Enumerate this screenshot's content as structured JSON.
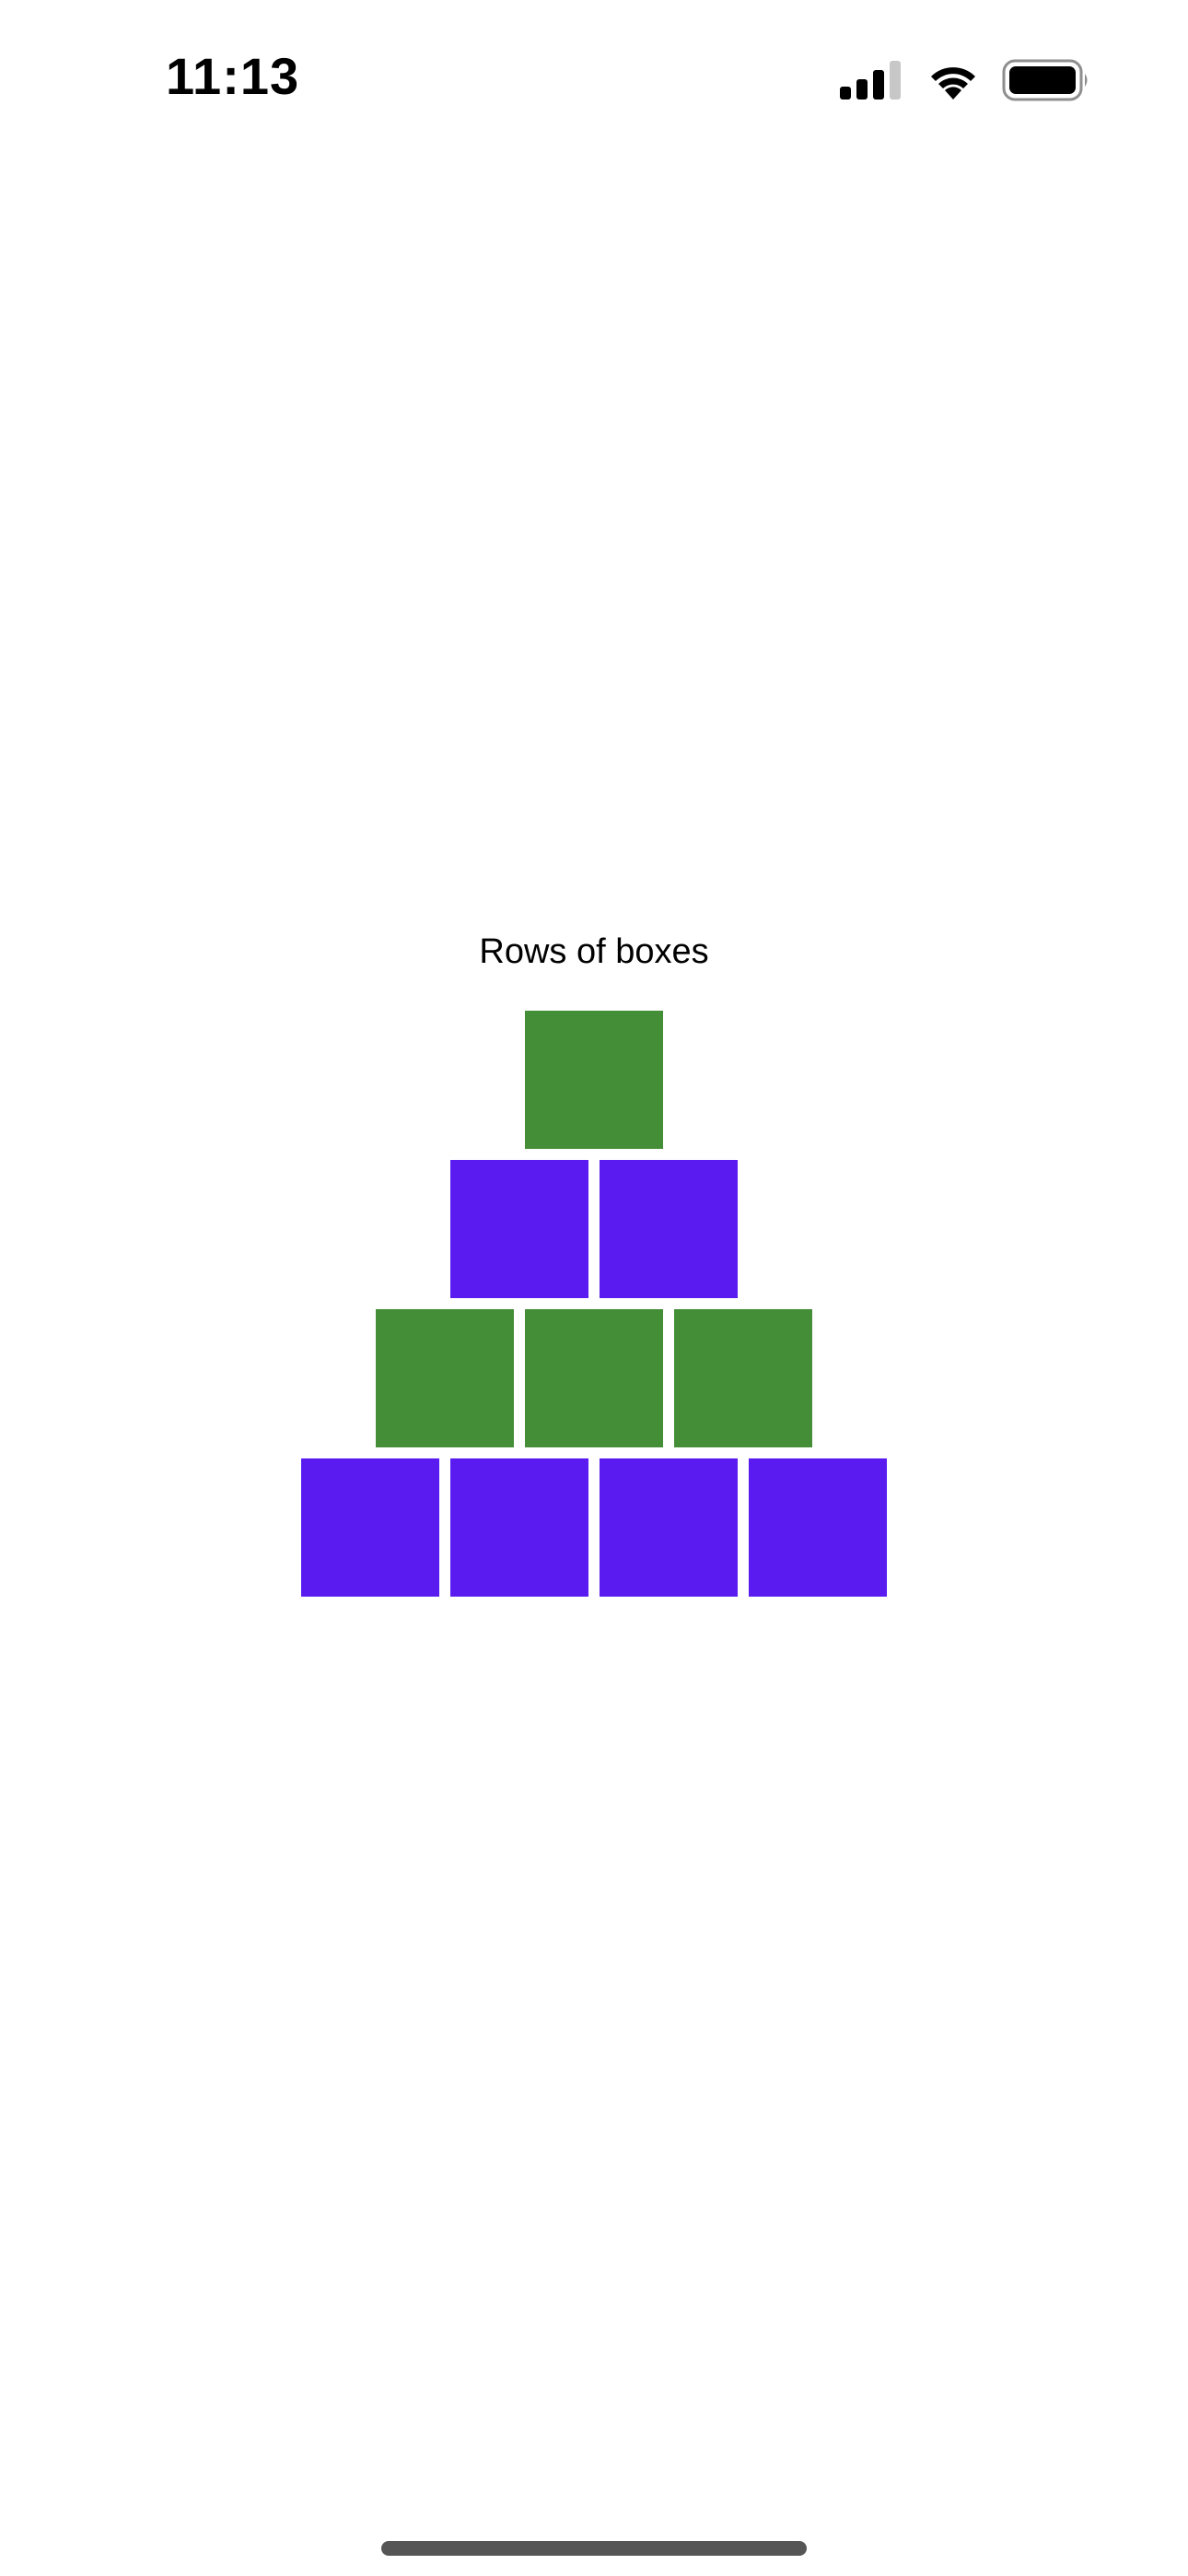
{
  "status_bar": {
    "time": "11:13",
    "icons": [
      "cellular-signal-icon",
      "wifi-icon",
      "battery-icon"
    ]
  },
  "main": {
    "title": "Rows of boxes",
    "rows": [
      {
        "boxes": [
          "green"
        ]
      },
      {
        "boxes": [
          "purple",
          "purple"
        ]
      },
      {
        "boxes": [
          "green",
          "green",
          "green"
        ]
      },
      {
        "boxes": [
          "purple",
          "purple",
          "purple",
          "purple"
        ]
      }
    ]
  },
  "colors": {
    "green": "#448E37",
    "purple": "#5A1BF1"
  }
}
